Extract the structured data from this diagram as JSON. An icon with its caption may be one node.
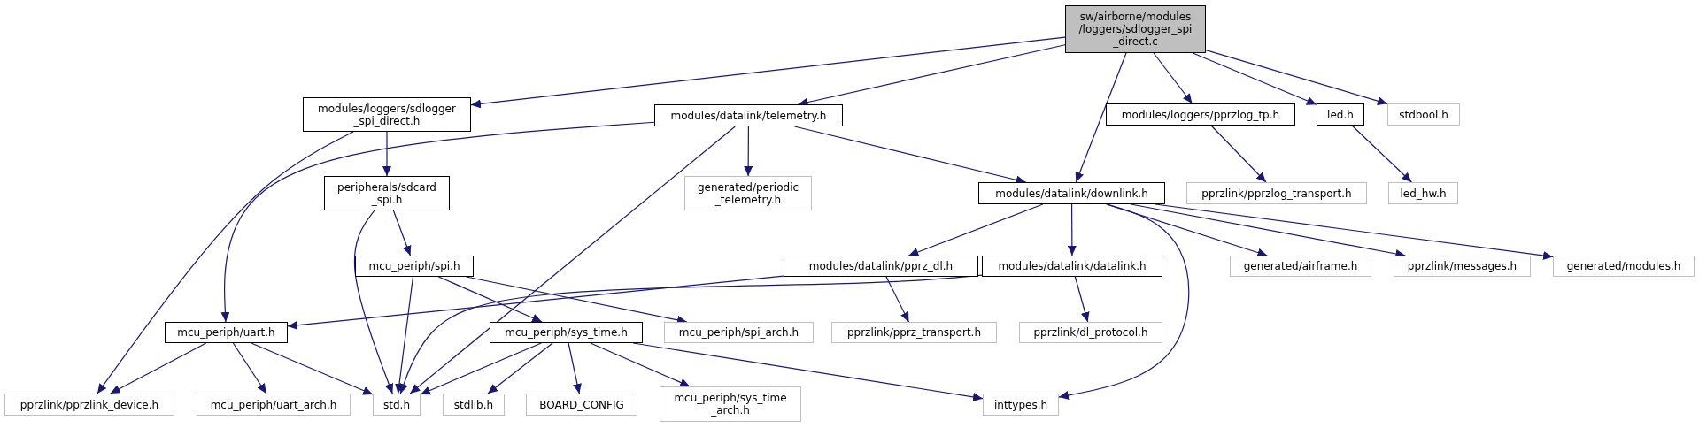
{
  "diagram": {
    "nodes": [
      {
        "text": [
          "sw/airborne/modules /loggers/sdlogger_spi _direct.c"
        ]
      },
      {
        "text": [
          "modules/loggers/sdlogger _spi_direct.h"
        ]
      },
      {
        "text": [
          "modules/datalink/telemetry.h"
        ]
      },
      {
        "text": [
          "modules/loggers/pprzlog_tp.h"
        ]
      },
      {
        "text": [
          "led.h"
        ]
      },
      {
        "text": [
          "stdbool.h"
        ]
      },
      {
        "text": [
          "peripherals/sdcard _spi.h"
        ]
      },
      {
        "text": [
          "generated/periodic _telemetry.h"
        ]
      },
      {
        "text": [
          "modules/datalink/downlink.h"
        ]
      },
      {
        "text": [
          "pprzlink/pprzlog_transport.h"
        ]
      },
      {
        "text": [
          "led_hw.h"
        ]
      },
      {
        "text": [
          "mcu_periph/spi.h"
        ]
      },
      {
        "text": [
          "modules/datalink/pprz_dl.h"
        ]
      },
      {
        "text": [
          "modules/datalink/datalink.h"
        ]
      },
      {
        "text": [
          "generated/airframe.h"
        ]
      },
      {
        "text": [
          "pprzlink/messages.h"
        ]
      },
      {
        "text": [
          "generated/modules.h"
        ]
      },
      {
        "text": [
          "mcu_periph/uart.h"
        ]
      },
      {
        "text": [
          "mcu_periph/sys_time.h"
        ]
      },
      {
        "text": [
          "mcu_periph/spi_arch.h"
        ]
      },
      {
        "text": [
          "pprzlink/pprz_transport.h"
        ]
      },
      {
        "text": [
          "pprzlink/dl_protocol.h"
        ]
      },
      {
        "text": [
          "pprzlink/pprzlink_device.h"
        ]
      },
      {
        "text": [
          "mcu_periph/uart_arch.h"
        ]
      },
      {
        "text": [
          "std.h"
        ]
      },
      {
        "text": [
          "stdlib.h"
        ]
      },
      {
        "text": [
          "BOARD_CONFIG"
        ]
      },
      {
        "text": [
          "mcu_periph/sys_time _arch.h"
        ]
      },
      {
        "text": [
          "inttypes.h"
        ]
      }
    ],
    "edges": [
      {
        "from": 0,
        "to": 1,
        "arrow": "to"
      },
      {
        "from": 0,
        "to": 2,
        "arrow": "to"
      },
      {
        "from": 0,
        "to": 8,
        "arrow": "to"
      },
      {
        "from": 0,
        "to": 3,
        "arrow": "to"
      },
      {
        "from": 0,
        "to": 4,
        "arrow": "to"
      },
      {
        "from": 0,
        "to": 5,
        "arrow": "to"
      },
      {
        "from": 1,
        "to": 22,
        "arrow": "to"
      },
      {
        "from": 1,
        "to": 6,
        "arrow": "to"
      },
      {
        "from": 2,
        "to": 17,
        "arrow": "to"
      },
      {
        "from": 2,
        "to": 24,
        "arrow": "to"
      },
      {
        "from": 2,
        "to": 7,
        "arrow": "to"
      },
      {
        "from": 2,
        "to": 8,
        "arrow": "to"
      },
      {
        "from": 3,
        "to": 9,
        "arrow": "to"
      },
      {
        "from": 4,
        "to": 10,
        "arrow": "to"
      },
      {
        "from": 6,
        "to": 24,
        "arrow": "to"
      },
      {
        "from": 6,
        "to": 11,
        "arrow": "to"
      },
      {
        "from": 8,
        "to": 12,
        "arrow": "to"
      },
      {
        "from": 8,
        "to": 13,
        "arrow": "to"
      },
      {
        "from": 8,
        "to": 14,
        "arrow": "to"
      },
      {
        "from": 8,
        "to": 15,
        "arrow": "to"
      },
      {
        "from": 8,
        "to": 16,
        "arrow": "to"
      },
      {
        "from": 8,
        "to": 28,
        "arrow": "to"
      },
      {
        "from": 11,
        "to": 24,
        "arrow": "to"
      },
      {
        "from": 11,
        "to": 18,
        "arrow": "to"
      },
      {
        "from": 11,
        "to": 19,
        "arrow": "to"
      },
      {
        "from": 12,
        "to": 17,
        "arrow": "to"
      },
      {
        "from": 12,
        "to": 20,
        "arrow": "to"
      },
      {
        "from": 13,
        "to": 24,
        "arrow": "to"
      },
      {
        "from": 13,
        "to": 21,
        "arrow": "to"
      },
      {
        "from": 17,
        "to": 22,
        "arrow": "to"
      },
      {
        "from": 17,
        "to": 23,
        "arrow": "to"
      },
      {
        "from": 17,
        "to": 24,
        "arrow": "to"
      },
      {
        "from": 18,
        "to": 24,
        "arrow": "to"
      },
      {
        "from": 18,
        "to": 25,
        "arrow": "to"
      },
      {
        "from": 18,
        "to": 26,
        "arrow": "to"
      },
      {
        "from": 18,
        "to": 27,
        "arrow": "to"
      },
      {
        "from": 18,
        "to": 28,
        "arrow": "to"
      }
    ]
  }
}
